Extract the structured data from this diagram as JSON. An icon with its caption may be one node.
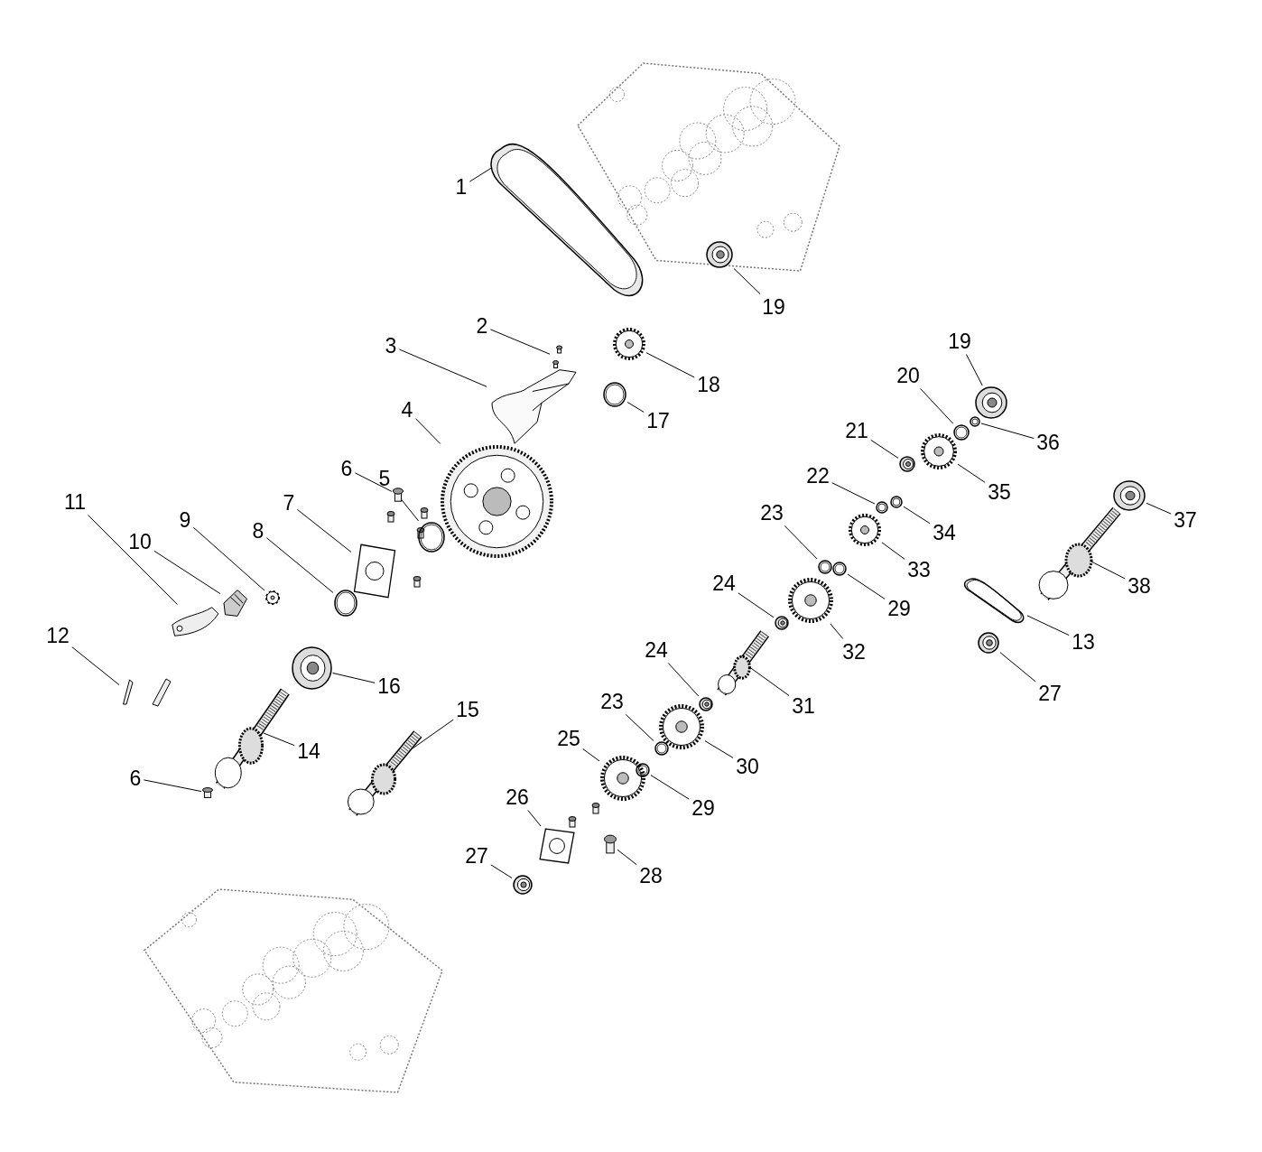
{
  "diagram": {
    "nodes": [
      {
        "text": [
          "1"
        ]
      },
      {
        "text": [],
        "shape": "picture"
      },
      {
        "text": [
          "2"
        ]
      },
      {
        "text": [],
        "shape": "picture"
      },
      {
        "text": [
          "3"
        ]
      },
      {
        "text": [],
        "shape": "picture"
      },
      {
        "text": [
          "4"
        ]
      },
      {
        "text": [],
        "shape": "picture"
      },
      {
        "text": [
          "5"
        ]
      },
      {
        "text": [],
        "shape": "picture"
      },
      {
        "text": [
          "6"
        ]
      },
      {
        "text": [],
        "shape": "picture"
      },
      {
        "text": [
          "7"
        ]
      },
      {
        "text": [],
        "shape": "picture"
      },
      {
        "text": [
          "8"
        ]
      },
      {
        "text": [],
        "shape": "picture"
      },
      {
        "text": [
          "9"
        ]
      },
      {
        "text": [],
        "shape": "picture"
      },
      {
        "text": [
          "10"
        ]
      },
      {
        "text": [],
        "shape": "picture"
      },
      {
        "text": [
          "11"
        ]
      },
      {
        "text": [],
        "shape": "picture"
      },
      {
        "text": [
          "12"
        ]
      },
      {
        "text": [],
        "shape": "picture"
      },
      {
        "text": [
          "13"
        ]
      },
      {
        "text": [],
        "shape": "picture"
      },
      {
        "text": [
          "14"
        ]
      },
      {
        "text": [],
        "shape": "picture"
      },
      {
        "text": [
          "15"
        ]
      },
      {
        "text": [],
        "shape": "picture"
      },
      {
        "text": [
          "16"
        ]
      },
      {
        "text": [],
        "shape": "picture"
      },
      {
        "text": [
          "17"
        ]
      },
      {
        "text": [],
        "shape": "picture"
      },
      {
        "text": [
          "18"
        ]
      },
      {
        "text": [],
        "shape": "picture"
      },
      {
        "text": [
          "19"
        ]
      },
      {
        "text": [],
        "shape": "picture"
      },
      {
        "text": [
          "19"
        ]
      },
      {
        "text": [],
        "shape": "picture"
      },
      {
        "text": [
          "20"
        ]
      },
      {
        "text": [],
        "shape": "picture"
      },
      {
        "text": [
          "36"
        ]
      },
      {
        "text": [],
        "shape": "picture"
      },
      {
        "text": [
          "35"
        ]
      },
      {
        "text": [],
        "shape": "picture"
      },
      {
        "text": [
          "21"
        ]
      },
      {
        "text": [],
        "shape": "picture"
      },
      {
        "text": [
          "22"
        ]
      },
      {
        "text": [],
        "shape": "picture"
      },
      {
        "text": [
          "34"
        ]
      },
      {
        "text": [],
        "shape": "picture"
      },
      {
        "text": [
          "33"
        ]
      },
      {
        "text": [],
        "shape": "picture"
      },
      {
        "text": [
          "23"
        ]
      },
      {
        "text": [],
        "shape": "picture"
      },
      {
        "text": [
          "29"
        ]
      },
      {
        "text": [],
        "shape": "picture"
      },
      {
        "text": [
          "24"
        ]
      },
      {
        "text": [],
        "shape": "picture"
      },
      {
        "text": [
          "32"
        ]
      },
      {
        "text": [],
        "shape": "picture"
      },
      {
        "text": [
          "31"
        ]
      },
      {
        "text": [],
        "shape": "picture"
      },
      {
        "text": [
          "24"
        ]
      },
      {
        "text": [],
        "shape": "picture"
      },
      {
        "text": [
          "23"
        ]
      },
      {
        "text": [],
        "shape": "picture"
      },
      {
        "text": [
          "30"
        ]
      },
      {
        "text": [],
        "shape": "picture"
      },
      {
        "text": [
          "25"
        ]
      },
      {
        "text": [],
        "shape": "picture"
      },
      {
        "text": [
          "29"
        ]
      },
      {
        "text": [],
        "shape": "picture"
      },
      {
        "text": [
          "26"
        ]
      },
      {
        "text": [],
        "shape": "picture"
      },
      {
        "text": [
          "28"
        ]
      },
      {
        "text": [],
        "shape": "picture"
      },
      {
        "text": [
          "27"
        ]
      },
      {
        "text": [],
        "shape": "picture"
      },
      {
        "text": [
          "27"
        ]
      },
      {
        "text": [],
        "shape": "picture"
      },
      {
        "text": [
          "37"
        ]
      },
      {
        "text": [],
        "shape": "picture"
      },
      {
        "text": [
          "38"
        ]
      },
      {
        "text": [],
        "shape": "picture"
      },
      {
        "text": [
          "6"
        ]
      },
      {
        "text": [],
        "shape": "picture"
      }
    ],
    "edges": [
      {
        "from": 0,
        "to": 1,
        "arrow": "none"
      },
      {
        "from": 2,
        "to": 3,
        "arrow": "none"
      },
      {
        "from": 4,
        "to": 5,
        "arrow": "none"
      },
      {
        "from": 6,
        "to": 7,
        "arrow": "none"
      },
      {
        "from": 8,
        "to": 9,
        "arrow": "none"
      },
      {
        "from": 10,
        "to": 11,
        "arrow": "none"
      },
      {
        "from": 12,
        "to": 13,
        "arrow": "none"
      },
      {
        "from": 14,
        "to": 15,
        "arrow": "none"
      },
      {
        "from": 16,
        "to": 17,
        "arrow": "none"
      },
      {
        "from": 18,
        "to": 19,
        "arrow": "none"
      },
      {
        "from": 20,
        "to": 21,
        "arrow": "none"
      },
      {
        "from": 22,
        "to": 23,
        "arrow": "none"
      },
      {
        "from": 24,
        "to": 25,
        "arrow": "none"
      },
      {
        "from": 26,
        "to": 27,
        "arrow": "none"
      },
      {
        "from": 28,
        "to": 29,
        "arrow": "none"
      },
      {
        "from": 30,
        "to": 31,
        "arrow": "none"
      },
      {
        "from": 32,
        "to": 33,
        "arrow": "none"
      },
      {
        "from": 34,
        "to": 35,
        "arrow": "none"
      },
      {
        "from": 36,
        "to": 37,
        "arrow": "none"
      },
      {
        "from": 38,
        "to": 39,
        "arrow": "none"
      },
      {
        "from": 40,
        "to": 41,
        "arrow": "none"
      },
      {
        "from": 42,
        "to": 43,
        "arrow": "none"
      },
      {
        "from": 44,
        "to": 45,
        "arrow": "none"
      },
      {
        "from": 46,
        "to": 47,
        "arrow": "none"
      },
      {
        "from": 48,
        "to": 49,
        "arrow": "none"
      },
      {
        "from": 50,
        "to": 51,
        "arrow": "none"
      },
      {
        "from": 52,
        "to": 53,
        "arrow": "none"
      },
      {
        "from": 54,
        "to": 55,
        "arrow": "none"
      },
      {
        "from": 56,
        "to": 57,
        "arrow": "none"
      },
      {
        "from": 58,
        "to": 59,
        "arrow": "none"
      },
      {
        "from": 60,
        "to": 61,
        "arrow": "none"
      },
      {
        "from": 62,
        "to": 63,
        "arrow": "none"
      },
      {
        "from": 64,
        "to": 65,
        "arrow": "none"
      },
      {
        "from": 66,
        "to": 67,
        "arrow": "none"
      },
      {
        "from": 68,
        "to": 69,
        "arrow": "none"
      },
      {
        "from": 70,
        "to": 71,
        "arrow": "none"
      },
      {
        "from": 72,
        "to": 73,
        "arrow": "none"
      },
      {
        "from": 74,
        "to": 75,
        "arrow": "none"
      },
      {
        "from": 76,
        "to": 77,
        "arrow": "none"
      },
      {
        "from": 78,
        "to": 79,
        "arrow": "none"
      },
      {
        "from": 80,
        "to": 81,
        "arrow": "none"
      },
      {
        "from": 82,
        "to": 83,
        "arrow": "none"
      },
      {
        "from": 84,
        "to": 85,
        "arrow": "none"
      },
      {
        "from": 86,
        "to": 87,
        "arrow": "none"
      }
    ]
  }
}
